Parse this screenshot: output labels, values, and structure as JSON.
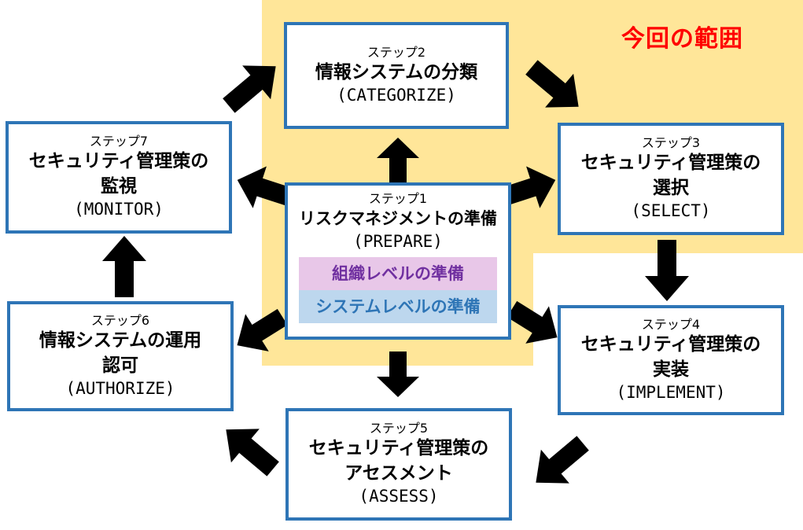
{
  "scope": {
    "label": "今回の範囲",
    "label_color": "#ff0000",
    "background_color": "#ffe699"
  },
  "colors": {
    "box_border": "#2e75b6",
    "arrow": "#000000"
  },
  "steps": [
    {
      "step": "ステップ1",
      "title": "リスクマネジメントの準備",
      "title_lines": [
        "リスクマネジメントの準備"
      ],
      "en": "(PREPARE)",
      "bands": [
        {
          "label": "組織レベルの準備",
          "bg": "#e8c7e8",
          "color": "#7030a0"
        },
        {
          "label": "システムレベルの準備",
          "bg": "#bdd7ee",
          "color": "#2e75b6"
        }
      ]
    },
    {
      "step": "ステップ2",
      "title_lines": [
        "情報システムの分類"
      ],
      "en": "(CATEGORIZE)"
    },
    {
      "step": "ステップ3",
      "title_lines": [
        "セキュリティ管理策の",
        "選択"
      ],
      "en": "(SELECT)"
    },
    {
      "step": "ステップ4",
      "title_lines": [
        "セキュリティ管理策の",
        "実装"
      ],
      "en": "(IMPLEMENT)"
    },
    {
      "step": "ステップ5",
      "title_lines": [
        "セキュリティ管理策の",
        "アセスメント"
      ],
      "en": "(ASSESS)"
    },
    {
      "step": "ステップ6",
      "title_lines": [
        "情報システムの運用",
        "認可"
      ],
      "en": "(AUTHORIZE)"
    },
    {
      "step": "ステップ7",
      "title_lines": [
        "セキュリティ管理策の",
        "監視"
      ],
      "en": "(MONITOR)"
    }
  ]
}
